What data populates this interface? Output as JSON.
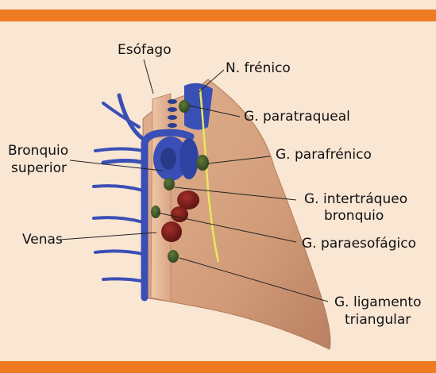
{
  "labels": {
    "esofago": "Esófago",
    "n_frenico": "N. frénico",
    "g_paratraqueal": "G. paratraqueal",
    "bronquio_1": "Bronquio",
    "bronquio_2": "superior",
    "g_parafrenico": "G. parafrénico",
    "g_intertraqueo_1": "G. intertráqueo",
    "g_intertraqueo_2": "bronquio",
    "venas": "Venas",
    "g_paraesofagico": "G. paraesofágico",
    "g_ligamento_1": "G. ligamento",
    "g_ligamento_2": "triangular"
  },
  "colors": {
    "accent_bar": "#ee7a22",
    "panel": "#f9e6d3",
    "lung": "#d4a07e",
    "vessel": "#3a4fb5",
    "nerve": "#e6e85a",
    "node_green": "#3f5a2a",
    "node_red": "#7a1d1a"
  }
}
